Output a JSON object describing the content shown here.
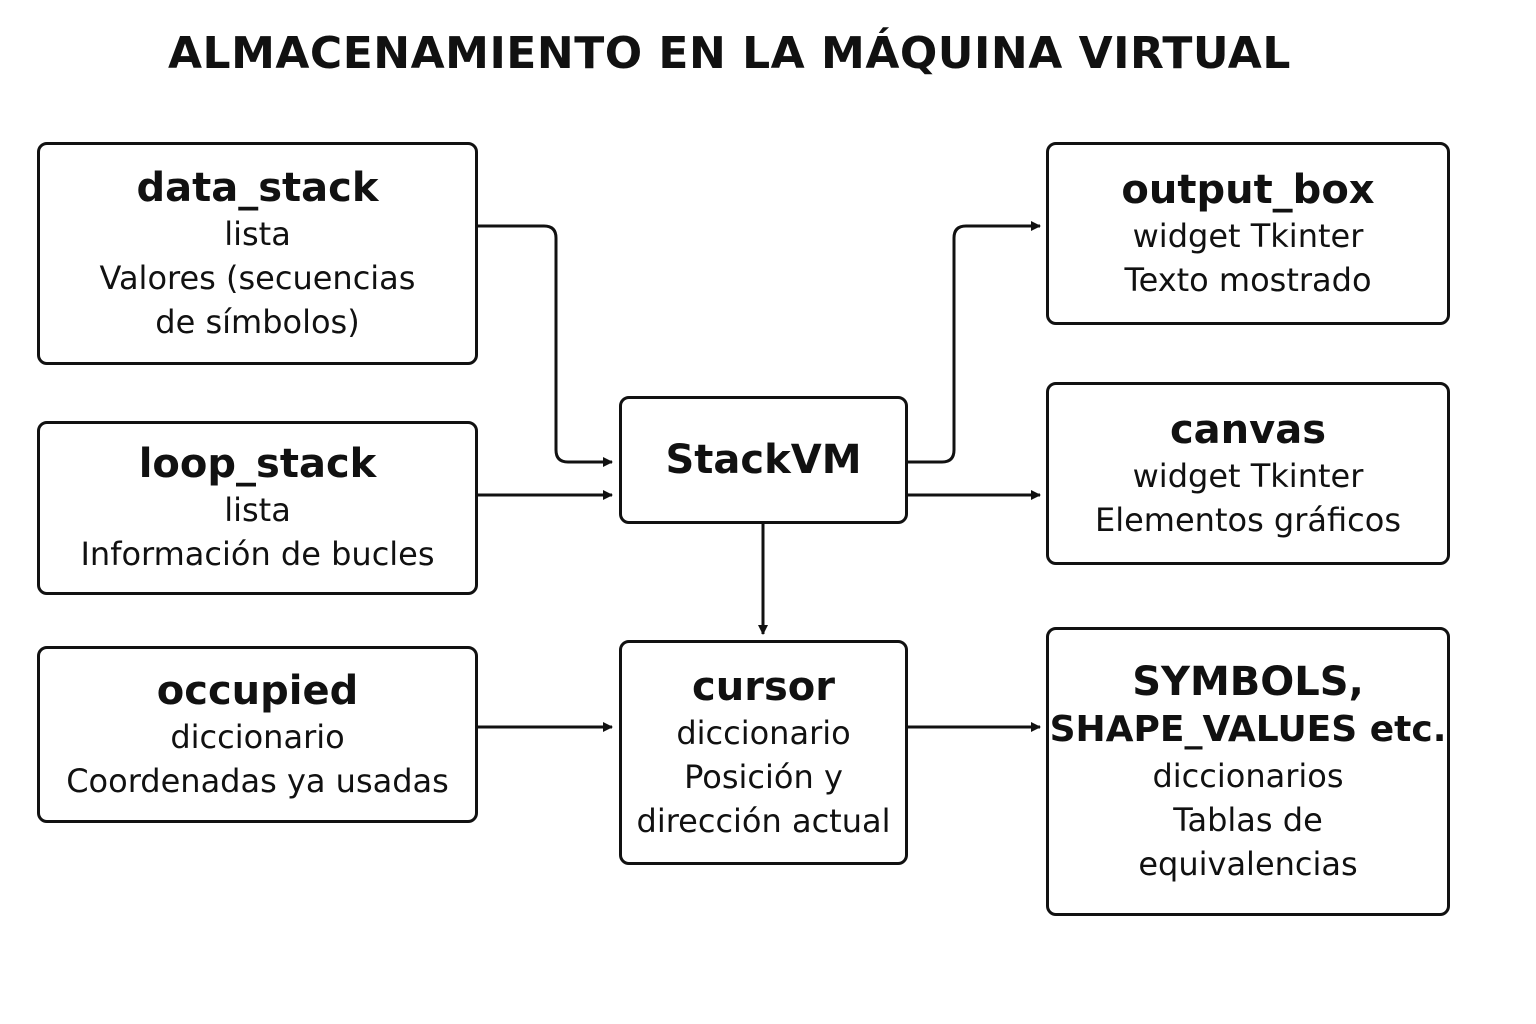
{
  "title": "ALMACENAMIENTO EN LA MÁQUINA VIRTUAL",
  "nodes": {
    "data_stack": {
      "name": "data_stack",
      "lines": [
        "lista",
        "Valores (secuencias",
        "de símbolos)"
      ]
    },
    "loop_stack": {
      "name": "loop_stack",
      "lines": [
        "lista",
        "Información de bucles"
      ]
    },
    "occupied": {
      "name": "occupied",
      "lines": [
        "diccionario",
        "Coordenadas ya usadas"
      ]
    },
    "stackvm": {
      "name": "StackVM"
    },
    "cursor": {
      "name": "cursor",
      "lines": [
        "diccionario",
        "Posición y",
        "dirección actual"
      ]
    },
    "output_box": {
      "name": "output_box",
      "lines": [
        "widget Tkinter",
        "Texto mostrado"
      ]
    },
    "canvas": {
      "name": "canvas",
      "lines": [
        "widget Tkinter",
        "Elementos gráficos"
      ]
    },
    "symbols": {
      "name_lines": [
        "SYMBOLS,",
        "SHAPE_VALUES etc."
      ],
      "lines": [
        "diccionarios",
        "Tablas de",
        "equivalencias"
      ]
    }
  },
  "edges": [
    {
      "from": "data_stack",
      "to": "stackvm"
    },
    {
      "from": "loop_stack",
      "to": "stackvm"
    },
    {
      "from": "stackvm",
      "to": "output_box"
    },
    {
      "from": "stackvm",
      "to": "canvas"
    },
    {
      "from": "stackvm",
      "to": "cursor"
    },
    {
      "from": "occupied",
      "to": "cursor"
    },
    {
      "from": "cursor",
      "to": "symbols"
    }
  ]
}
